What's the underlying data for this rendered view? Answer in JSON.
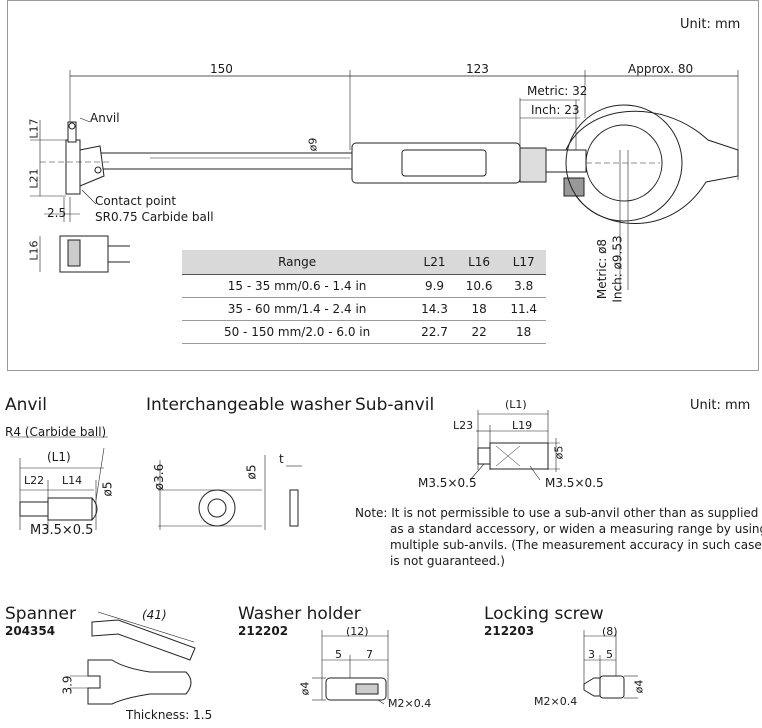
{
  "top": {
    "unit": "Unit: mm",
    "dim_150": "150",
    "dim_123": "123",
    "dim_approx80": "Approx. 80",
    "metric32": "Metric: 32",
    "inch23": "Inch: 23",
    "phi9": "ø9",
    "anvil": "Anvil",
    "l17": "L17",
    "l21": "L21",
    "l16": "L16",
    "contact_point": "Contact point",
    "sr_ball": "SR0.75 Carbide ball",
    "dim_2_5": "2.5",
    "metric8": "Metric: ø8",
    "inch953": "Inch: ø9.53"
  },
  "table": {
    "headers": [
      "Range",
      "L21",
      "L16",
      "L17"
    ],
    "rows": [
      [
        "15 - 35 mm/0.6 - 1.4 in",
        "9.9",
        "10.6",
        "3.8"
      ],
      [
        "35 - 60 mm/1.4 - 2.4 in",
        "14.3",
        "18",
        "11.4"
      ],
      [
        "50 - 150 mm/2.0 - 6.0 in",
        "22.7",
        "22",
        "18"
      ]
    ]
  },
  "anvil": {
    "title": "Anvil",
    "r4": "R4 (Carbide ball)",
    "l1": "(L1)",
    "l22": "L22",
    "l14": "L14",
    "phi5": "ø5",
    "thread": "M3.5×0.5"
  },
  "washer": {
    "title": "Interchangeable washer",
    "phi36": "ø3.6",
    "phi5": "ø5",
    "t": "t"
  },
  "subanvil": {
    "title": "Sub-anvil",
    "unit": "Unit: mm",
    "l1": "(L1)",
    "l23": "L23",
    "l19": "L19",
    "phi5": "ø5",
    "thread_left": "M3.5×0.5",
    "thread_right": "M3.5×0.5"
  },
  "note": {
    "line1": "Note: It is not permissible to use a sub-anvil other than as supplied",
    "line2": "as a standard accessory, or widen a measuring range by using",
    "line3": "multiple sub-anvils. (The measurement accuracy in such cases",
    "line4": "is not guaranteed.)"
  },
  "spanner": {
    "title": "Spanner",
    "code": "204354",
    "dim41": "(41)",
    "dim39": "3.9",
    "thickness": "Thickness: 1.5"
  },
  "washer_holder": {
    "title": "Washer holder",
    "code": "212202",
    "dim12": "(12)",
    "dim5": "5",
    "dim7": "7",
    "phi4": "ø4",
    "thread": "M2×0.4"
  },
  "locking_screw": {
    "title": "Locking screw",
    "code": "212203",
    "dim8": "(8)",
    "dim3": "3",
    "dim5": "5",
    "phi4": "ø4",
    "thread": "M2×0.4"
  }
}
